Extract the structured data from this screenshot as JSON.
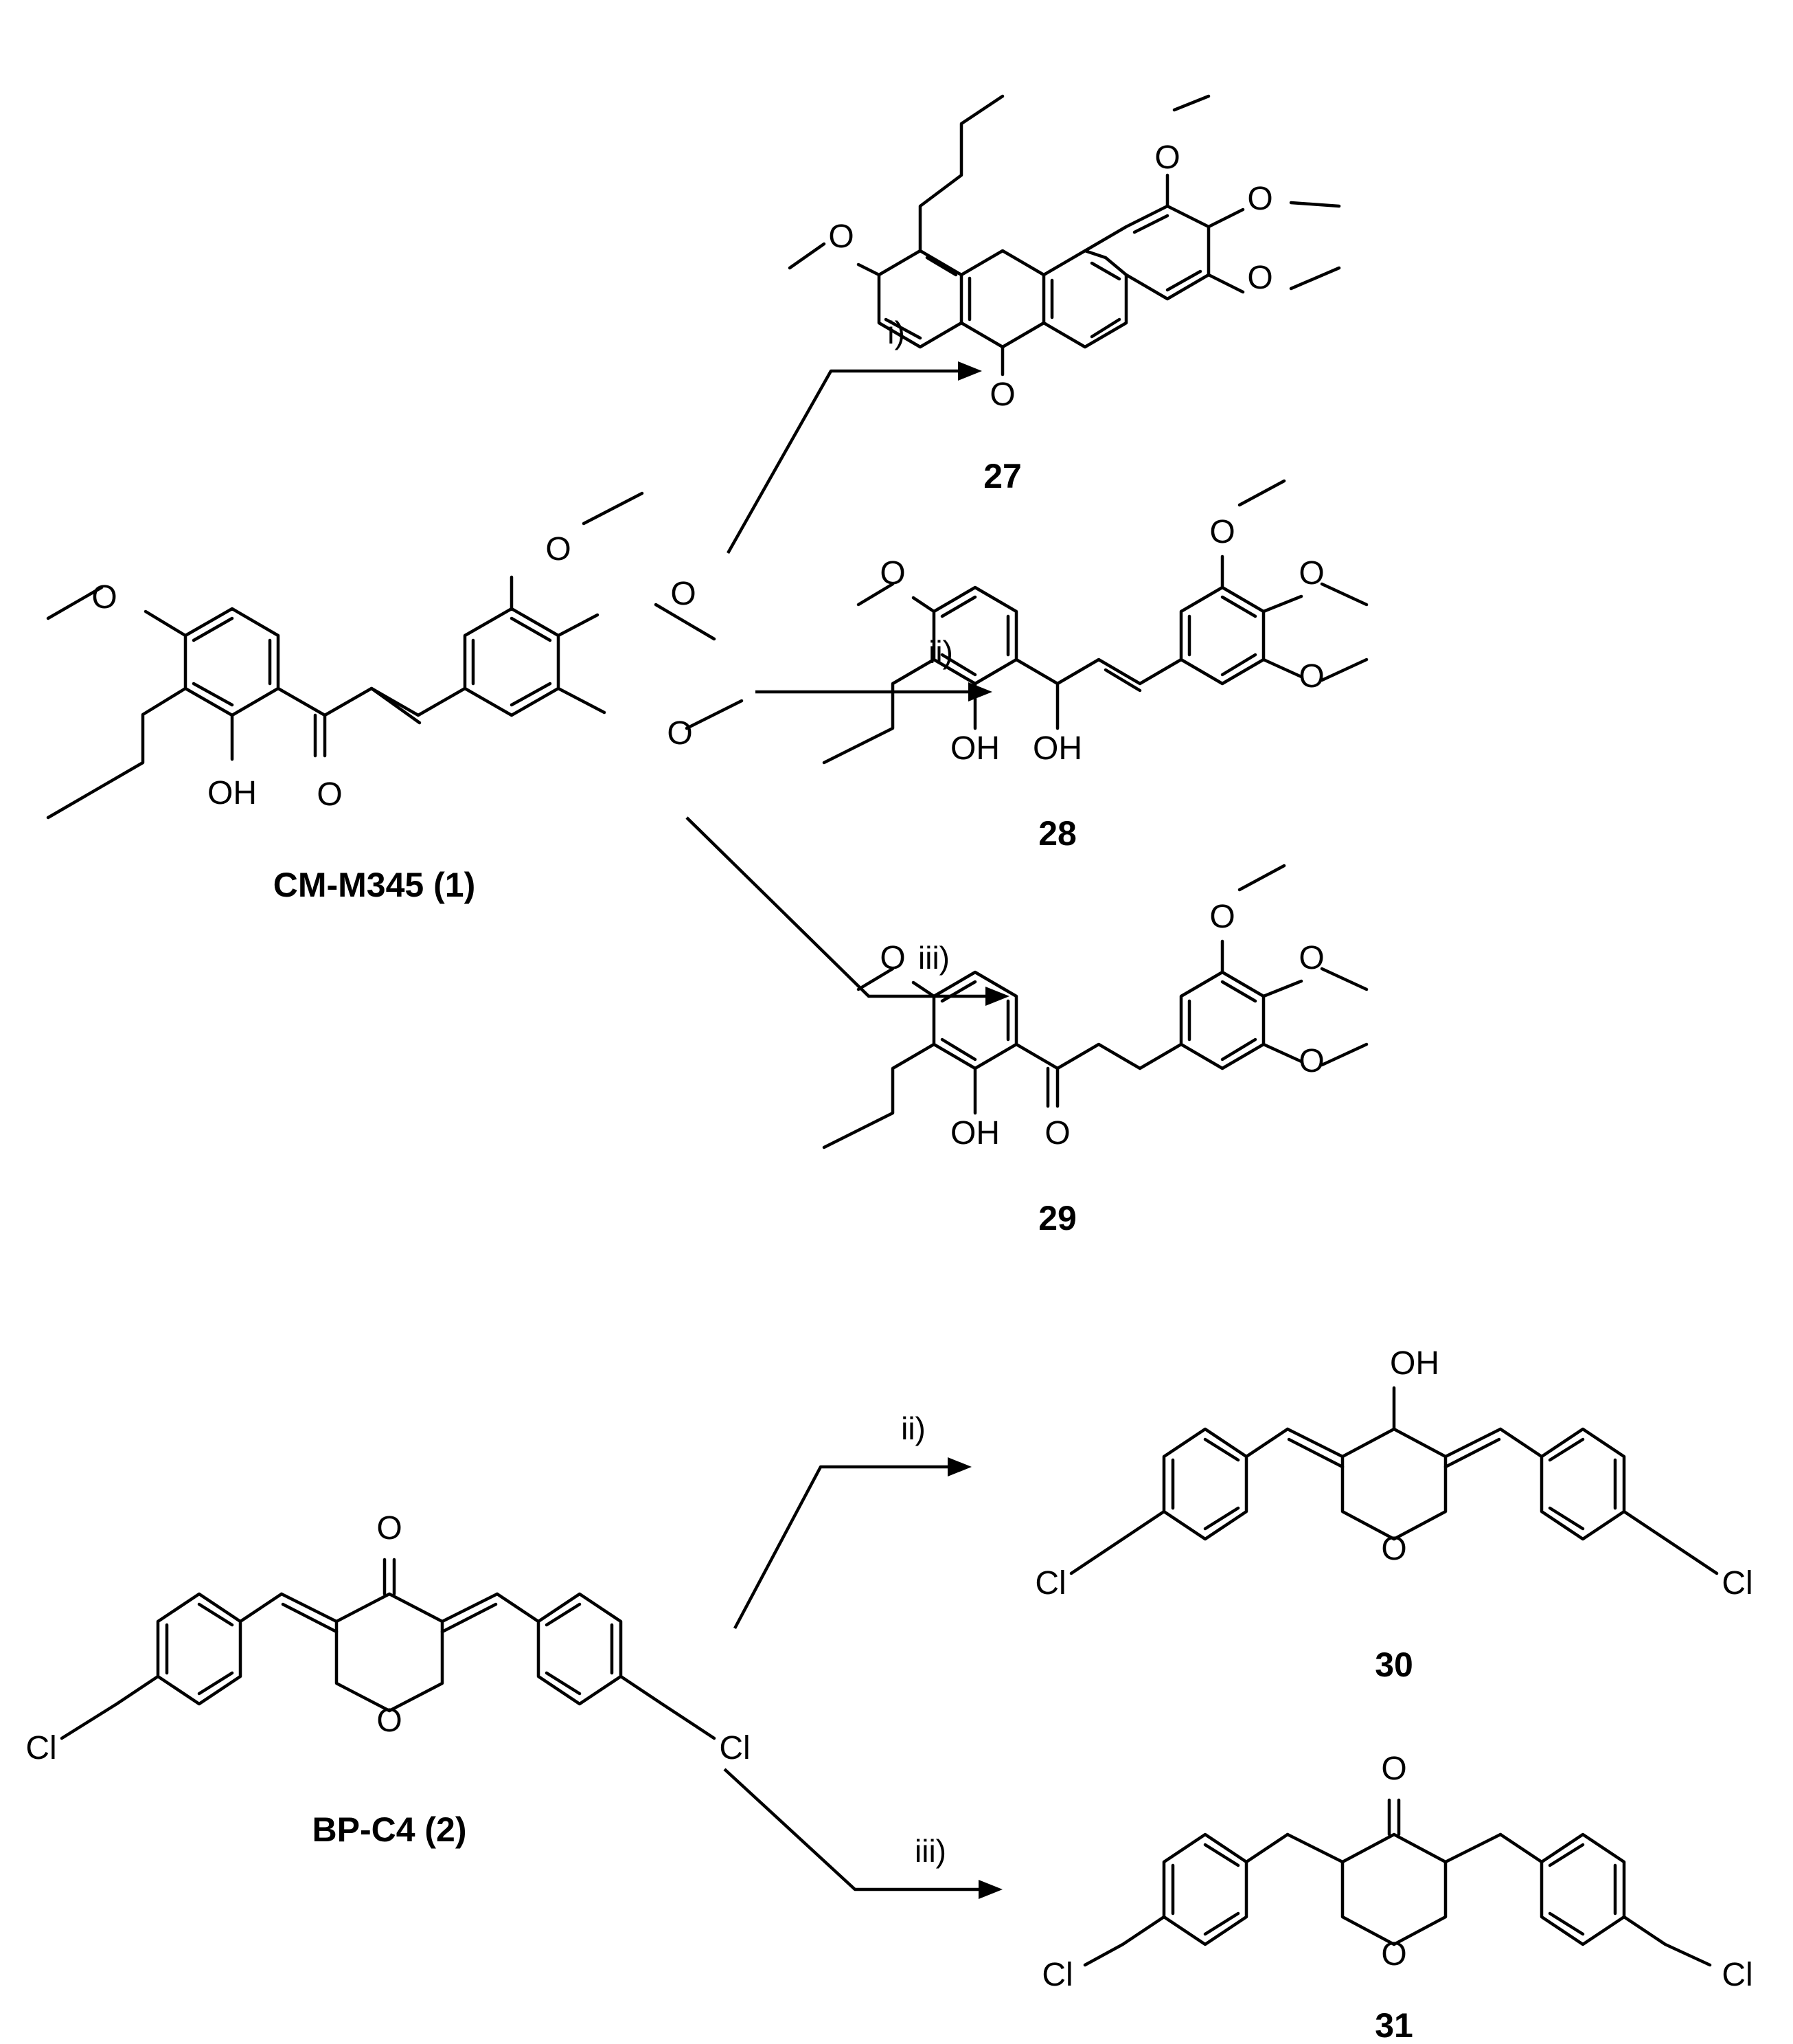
{
  "scheme": {
    "atoms": {
      "O": "O",
      "OH": "OH",
      "Cl": "Cl"
    },
    "conditions": {
      "i": "i)",
      "ii": "ii)",
      "iii": "iii)"
    },
    "compounds": {
      "cm": "CM-M345 (1)",
      "bp": "BP-C4 (2)",
      "c27": "27",
      "c28": "28",
      "c29": "29",
      "c30": "30",
      "c31": "31"
    }
  }
}
